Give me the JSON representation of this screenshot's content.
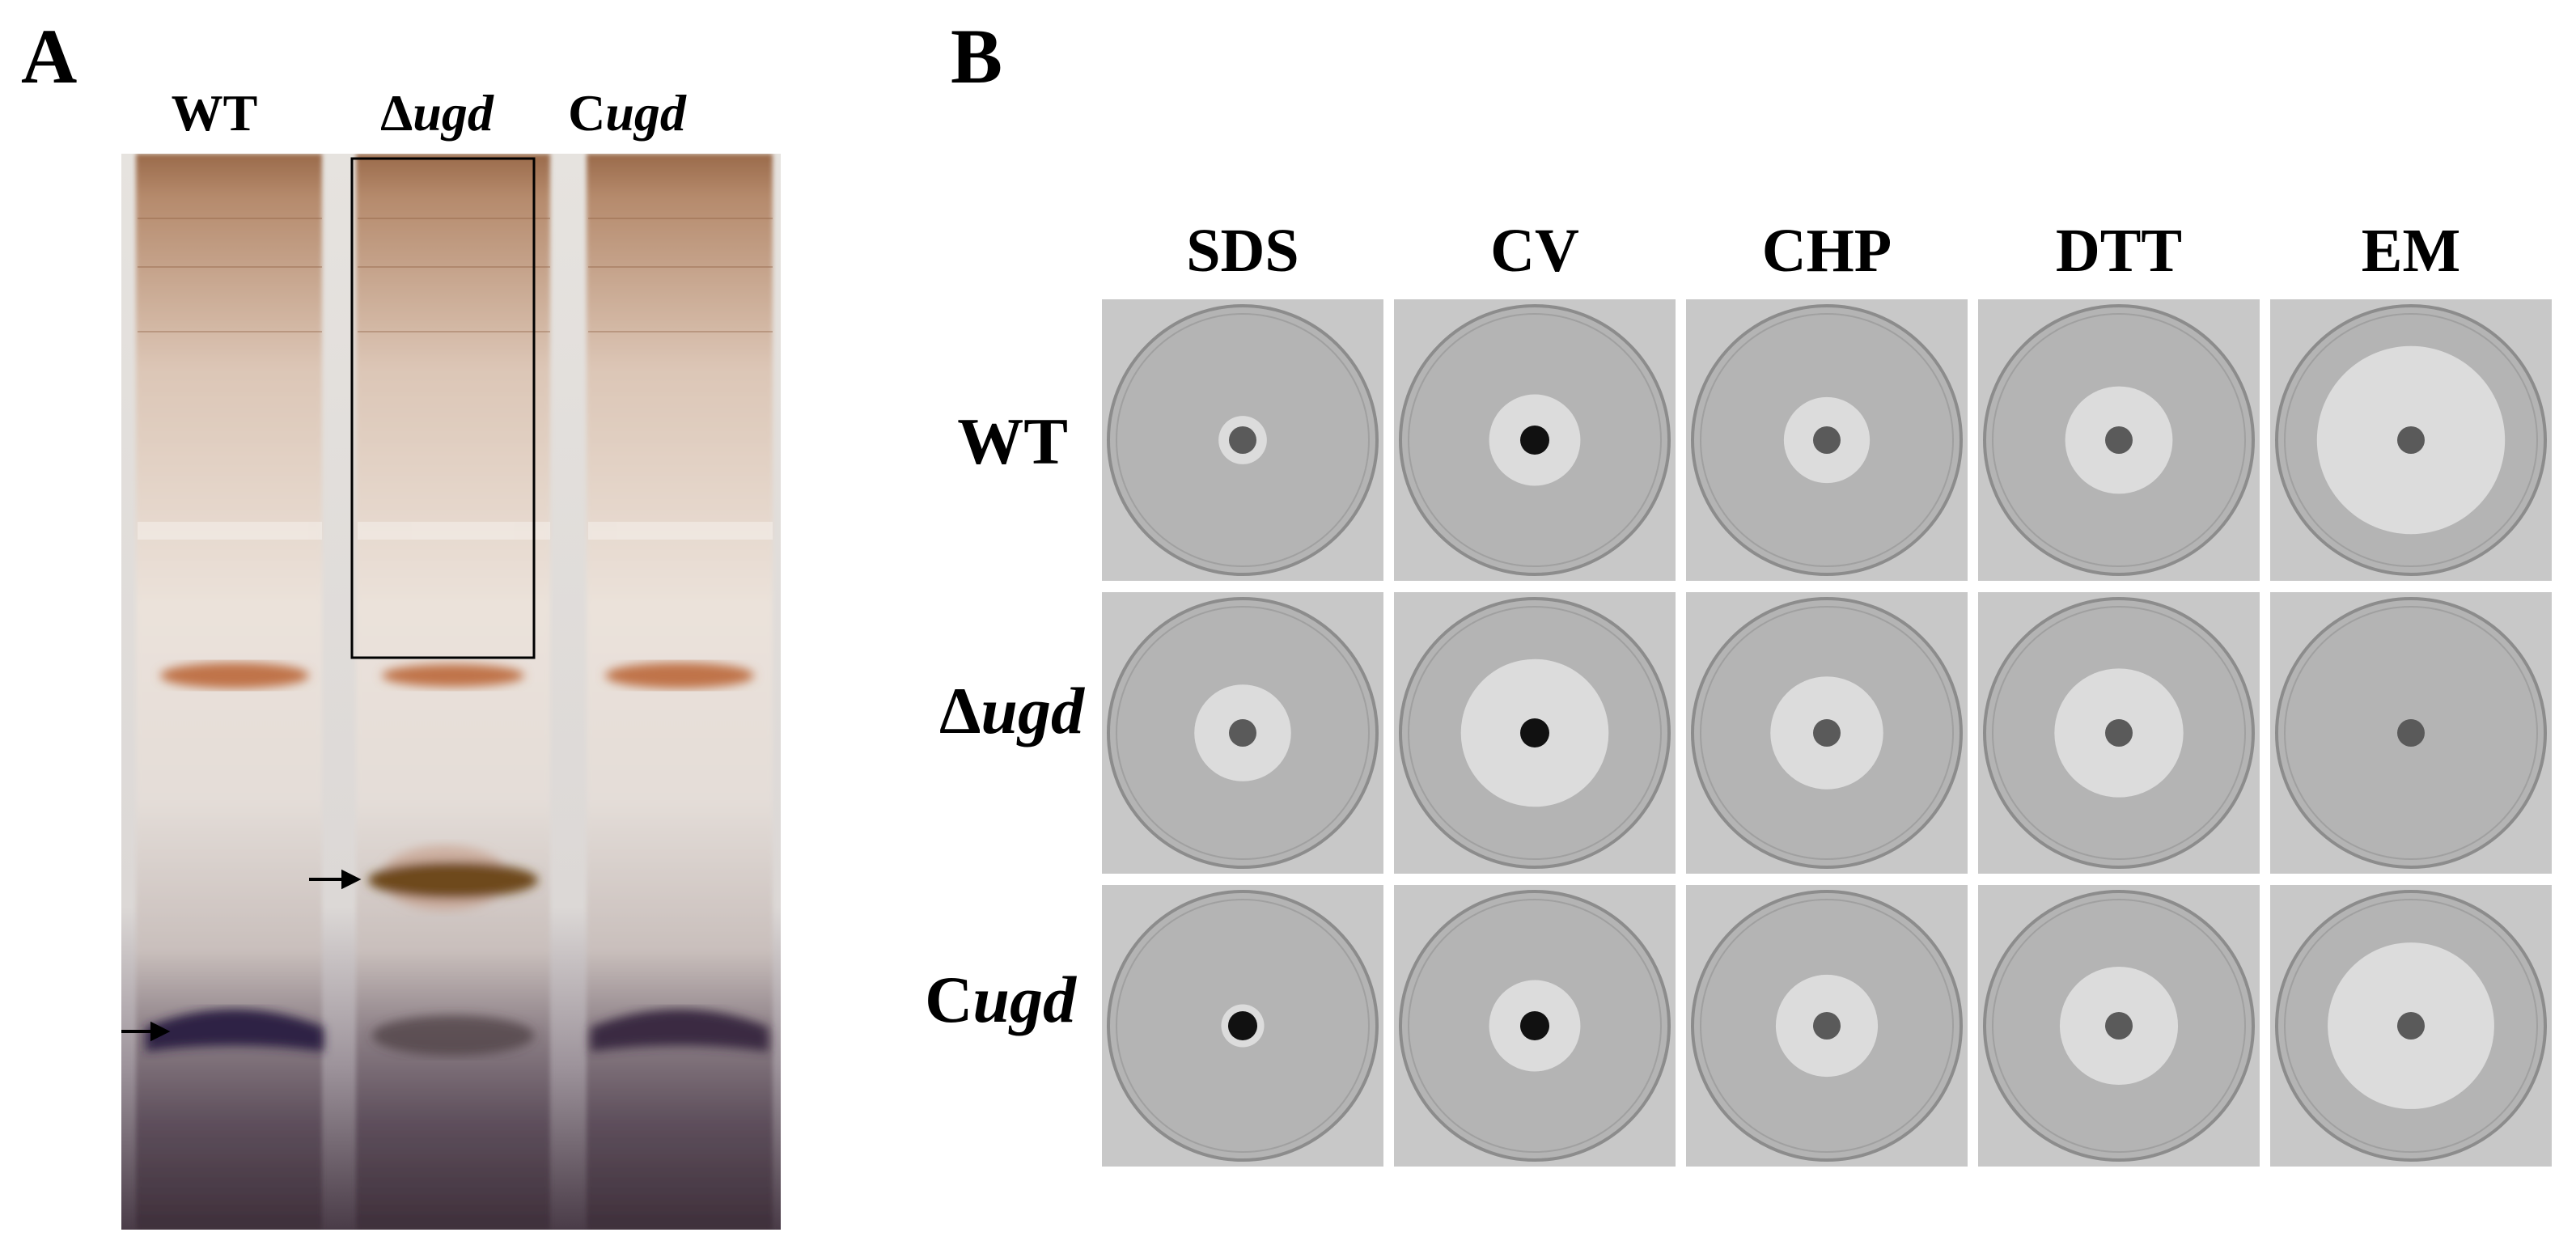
{
  "panel_a": {
    "letter": "A",
    "lanes": [
      {
        "prefix": "",
        "italic": "",
        "suffix": "WT"
      },
      {
        "prefix": "Δ",
        "italic": "ugd",
        "suffix": ""
      },
      {
        "prefix": "C",
        "italic": "ugd",
        "suffix": ""
      }
    ],
    "boxed_lane": "Δugd",
    "arrows": [
      "arrow",
      "arrow"
    ]
  },
  "panel_b": {
    "letter": "B",
    "columns": [
      "SDS",
      "CV",
      "CHP",
      "DTT",
      "EM"
    ],
    "rows": [
      {
        "prefix": "",
        "italic": "",
        "suffix": "WT"
      },
      {
        "prefix": "Δ",
        "italic": "ugd",
        "suffix": ""
      },
      {
        "prefix": "C",
        "italic": "ugd",
        "suffix": ""
      }
    ],
    "halo_relative_diameter": [
      [
        0.18,
        0.34,
        0.32,
        0.4,
        0.7
      ],
      [
        0.36,
        0.55,
        0.42,
        0.48,
        0.0
      ],
      [
        0.16,
        0.34,
        0.38,
        0.44,
        0.62
      ]
    ],
    "colors": {
      "plate_bg": "#c8c8c8",
      "plate": "#b4b4b4",
      "halo": "#dcdcdc",
      "disk": "#5a5a5a"
    }
  }
}
